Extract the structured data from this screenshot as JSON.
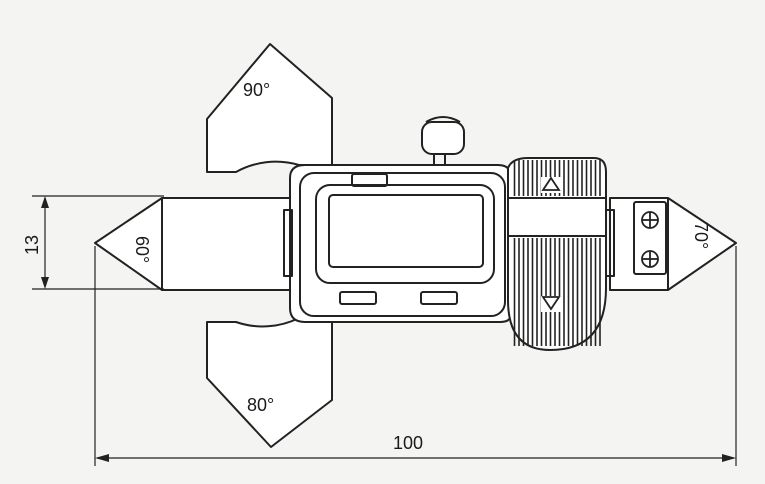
{
  "angles": {
    "top": "90°",
    "bottom": "80°",
    "left": "60°",
    "right": "70°"
  },
  "dimensions": {
    "height": "13",
    "width": "100"
  },
  "icons": {
    "up": "triangle-up-icon",
    "down": "triangle-down-icon",
    "screws": "crossed-circle-icon"
  }
}
